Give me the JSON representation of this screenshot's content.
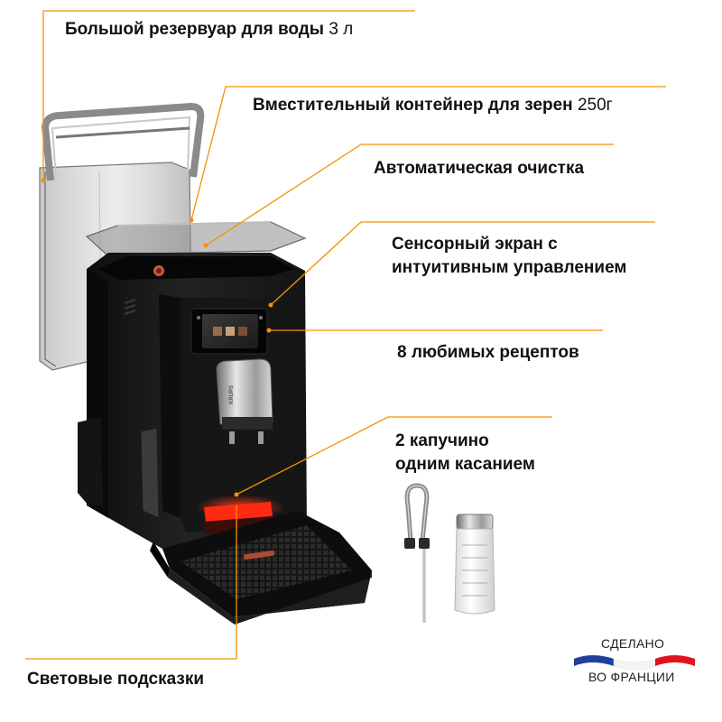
{
  "features": [
    {
      "title": "Большой резервуар для воды",
      "value": "3 л"
    },
    {
      "title": "Вместительный контейнер для зерен",
      "value": "250г"
    },
    {
      "title": "Автоматическая очистка"
    },
    {
      "title_line1": "Сенсорный экран с",
      "title_line2": "интуитивным управлением"
    },
    {
      "title": "8 любимых рецептов"
    },
    {
      "title_line1": "2 капучино",
      "title_line2": "одним касанием"
    },
    {
      "title": "Световые подсказки"
    }
  ],
  "machine": {
    "brand_text": "KRUPS"
  },
  "badge": {
    "line1": "СДЕЛАНО",
    "line2": "ВО ФРАНЦИИ",
    "colors": [
      "#1f3f9c",
      "#ffffff",
      "#e1141e"
    ]
  },
  "colors": {
    "accent": "#f39200",
    "body": "#1b1b1c",
    "glow": "#ff2a12"
  },
  "icons": [
    "coffee-machine-image",
    "milk-tube-image",
    "milk-container-image",
    "france-flag-icon"
  ]
}
